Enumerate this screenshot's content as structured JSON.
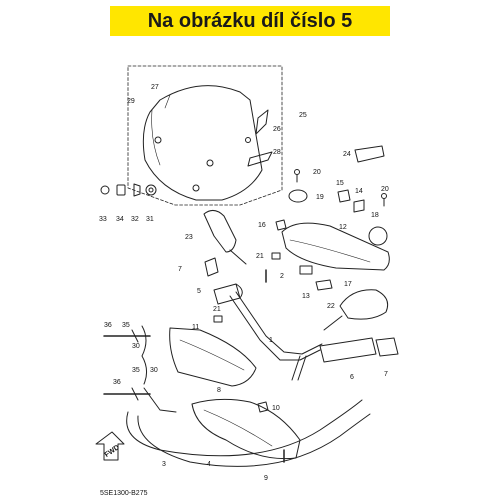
{
  "header": {
    "text": "Na obrázku díl číslo 5"
  },
  "diagram": {
    "code": "5SE1300-B275",
    "fwd": "FWD",
    "labels": [
      {
        "id": "27",
        "text": "27"
      },
      {
        "id": "29",
        "text": "29"
      },
      {
        "id": "25",
        "text": "25"
      },
      {
        "id": "26",
        "text": "26"
      },
      {
        "id": "28",
        "text": "28"
      },
      {
        "id": "24",
        "text": "24"
      },
      {
        "id": "20a",
        "text": "20"
      },
      {
        "id": "20b",
        "text": "20"
      },
      {
        "id": "15",
        "text": "15"
      },
      {
        "id": "14",
        "text": "14"
      },
      {
        "id": "19",
        "text": "19"
      },
      {
        "id": "18",
        "text": "18"
      },
      {
        "id": "33",
        "text": "33"
      },
      {
        "id": "34",
        "text": "34"
      },
      {
        "id": "32",
        "text": "32"
      },
      {
        "id": "31",
        "text": "31"
      },
      {
        "id": "23",
        "text": "23"
      },
      {
        "id": "16",
        "text": "16"
      },
      {
        "id": "12",
        "text": "12"
      },
      {
        "id": "21a",
        "text": "21"
      },
      {
        "id": "7a",
        "text": "7"
      },
      {
        "id": "2",
        "text": "2"
      },
      {
        "id": "13",
        "text": "13"
      },
      {
        "id": "17",
        "text": "17"
      },
      {
        "id": "5",
        "text": "5"
      },
      {
        "id": "21b",
        "text": "21"
      },
      {
        "id": "22",
        "text": "22"
      },
      {
        "id": "36a",
        "text": "36"
      },
      {
        "id": "35a",
        "text": "35"
      },
      {
        "id": "11",
        "text": "11"
      },
      {
        "id": "1",
        "text": "1"
      },
      {
        "id": "30a",
        "text": "30"
      },
      {
        "id": "35b",
        "text": "35"
      },
      {
        "id": "36b",
        "text": "36"
      },
      {
        "id": "30b",
        "text": "30"
      },
      {
        "id": "8",
        "text": "8"
      },
      {
        "id": "6",
        "text": "6"
      },
      {
        "id": "7b",
        "text": "7"
      },
      {
        "id": "10",
        "text": "10"
      },
      {
        "id": "3",
        "text": "3"
      },
      {
        "id": "4",
        "text": "4"
      },
      {
        "id": "9",
        "text": "9"
      }
    ]
  }
}
